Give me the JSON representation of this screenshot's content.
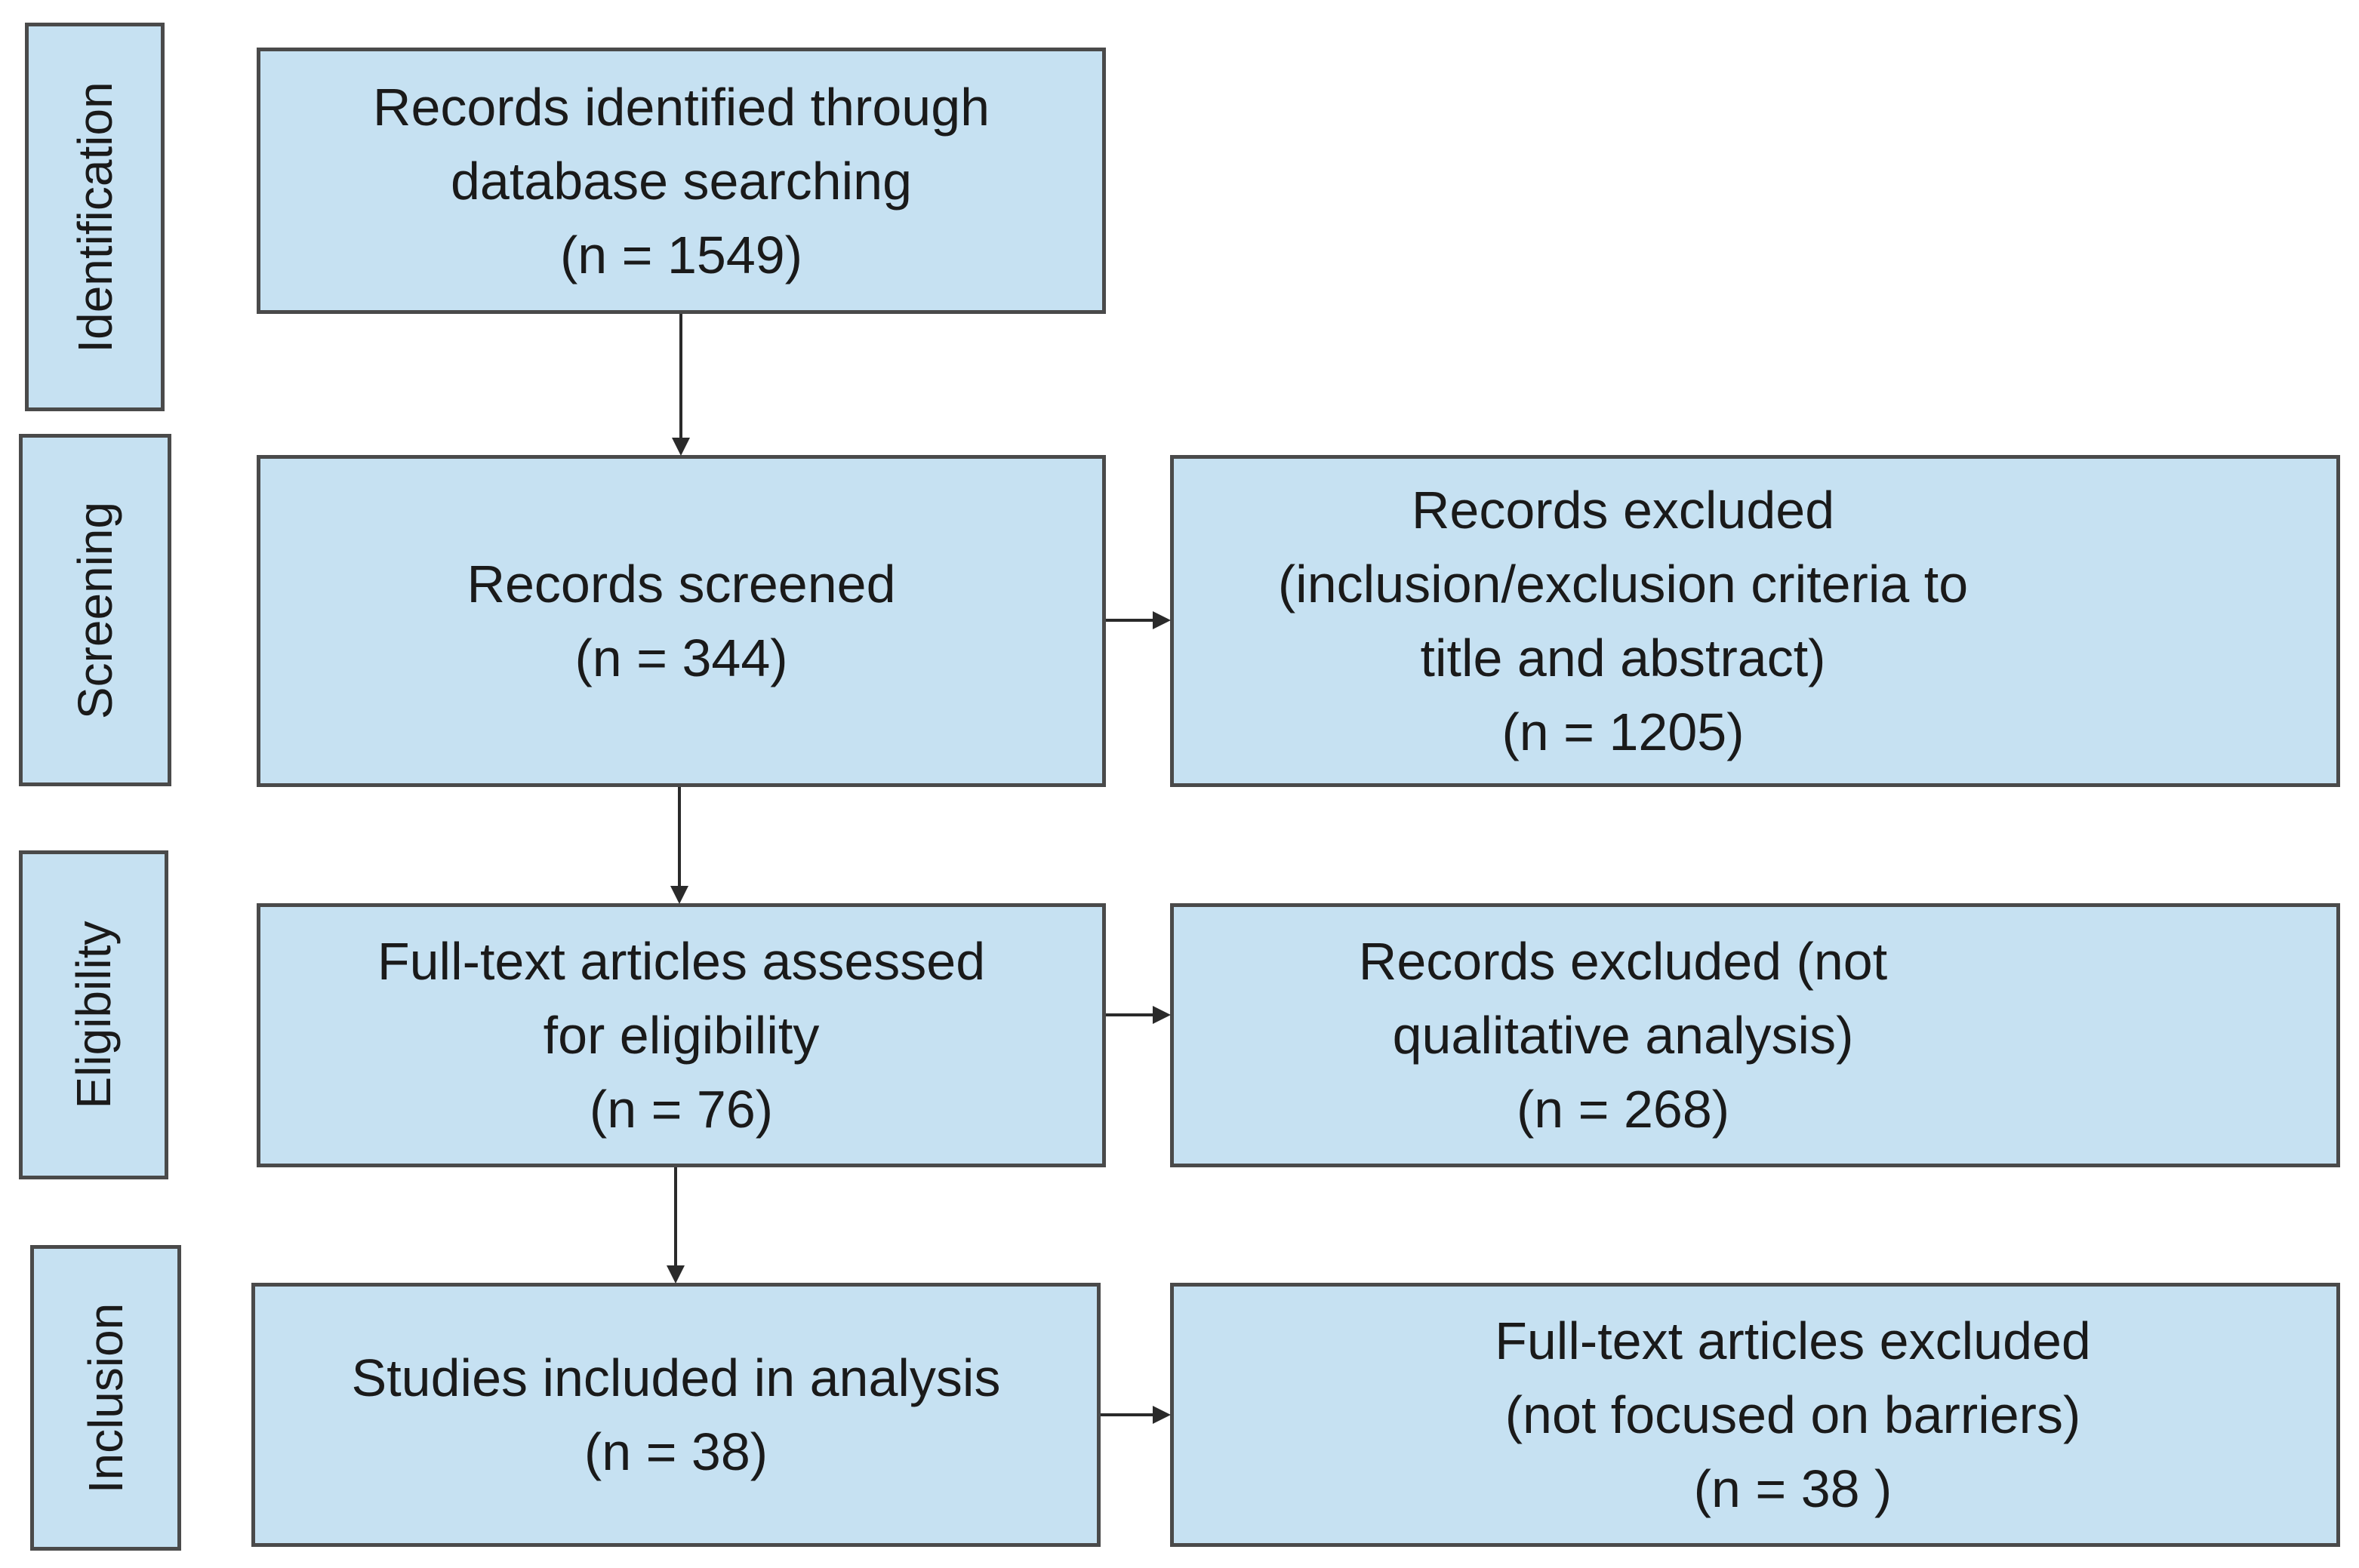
{
  "stages": {
    "identification": "Identification",
    "screening": "Screening",
    "eligibility": "Eligibility",
    "inclusion": "Inclusion"
  },
  "boxes": {
    "identified": {
      "lines": [
        "Records identified through",
        "database searching",
        "(n = 1549)"
      ]
    },
    "screened": {
      "lines": [
        "Records screened",
        "(n = 344)"
      ]
    },
    "excluded_screening": {
      "lines": [
        "Records excluded",
        "(inclusion/exclusion criteria to",
        "title and abstract)",
        "(n = 1205)"
      ]
    },
    "assessed": {
      "lines": [
        "Full-text articles assessed",
        "for eligibility",
        "(n = 76)"
      ]
    },
    "excluded_eligibility": {
      "lines": [
        "Records excluded (not",
        "qualitative analysis)",
        "(n = 268)"
      ]
    },
    "included": {
      "lines": [
        "Studies included in analysis",
        "(n = 38)"
      ]
    },
    "excluded_fulltext": {
      "lines": [
        "Full-text articles excluded",
        "(not focused on barriers)",
        "(n = 38 )"
      ]
    }
  },
  "colors": {
    "box_fill": "#c6e1f2",
    "border": "#4a4a4a",
    "arrow": "#2a2a2a",
    "text": "#1a1a1a"
  }
}
